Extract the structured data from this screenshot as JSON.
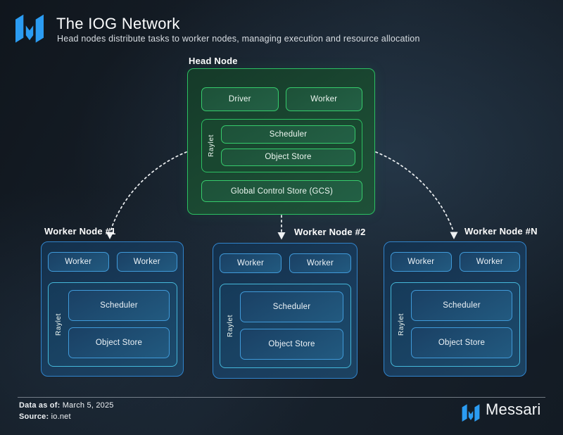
{
  "header": {
    "title": "The IOG Network",
    "subtitle": "Head nodes distribute tasks to worker nodes, managing execution and resource allocation"
  },
  "diagram": {
    "head_node": {
      "title": "Head Node",
      "driver_label": "Driver",
      "worker_label": "Worker",
      "raylet_label": "Raylet",
      "scheduler_label": "Scheduler",
      "object_store_label": "Object Store",
      "gcs_label": "Global Control Store (GCS)"
    },
    "worker_nodes": [
      {
        "title": "Worker Node #1",
        "workers": [
          "Worker",
          "Worker"
        ],
        "raylet_label": "Raylet",
        "scheduler_label": "Scheduler",
        "object_store_label": "Object Store"
      },
      {
        "title": "Worker Node #2",
        "workers": [
          "Worker",
          "Worker"
        ],
        "raylet_label": "Raylet",
        "scheduler_label": "Scheduler",
        "object_store_label": "Object Store"
      },
      {
        "title": "Worker Node #N",
        "workers": [
          "Worker",
          "Worker"
        ],
        "raylet_label": "Raylet",
        "scheduler_label": "Scheduler",
        "object_store_label": "Object Store"
      }
    ]
  },
  "footer": {
    "data_as_of_label": "Data as of:",
    "data_as_of_value": " March 5, 2025",
    "source_label": "Source:",
    "source_value": " io.net",
    "brand": "Messari"
  },
  "colors": {
    "accent_green": "#2cc062",
    "accent_blue": "#3184cc",
    "accent_cyan": "#45b8da",
    "logo_blue": "#2b9cf2",
    "background": "#131b24"
  }
}
